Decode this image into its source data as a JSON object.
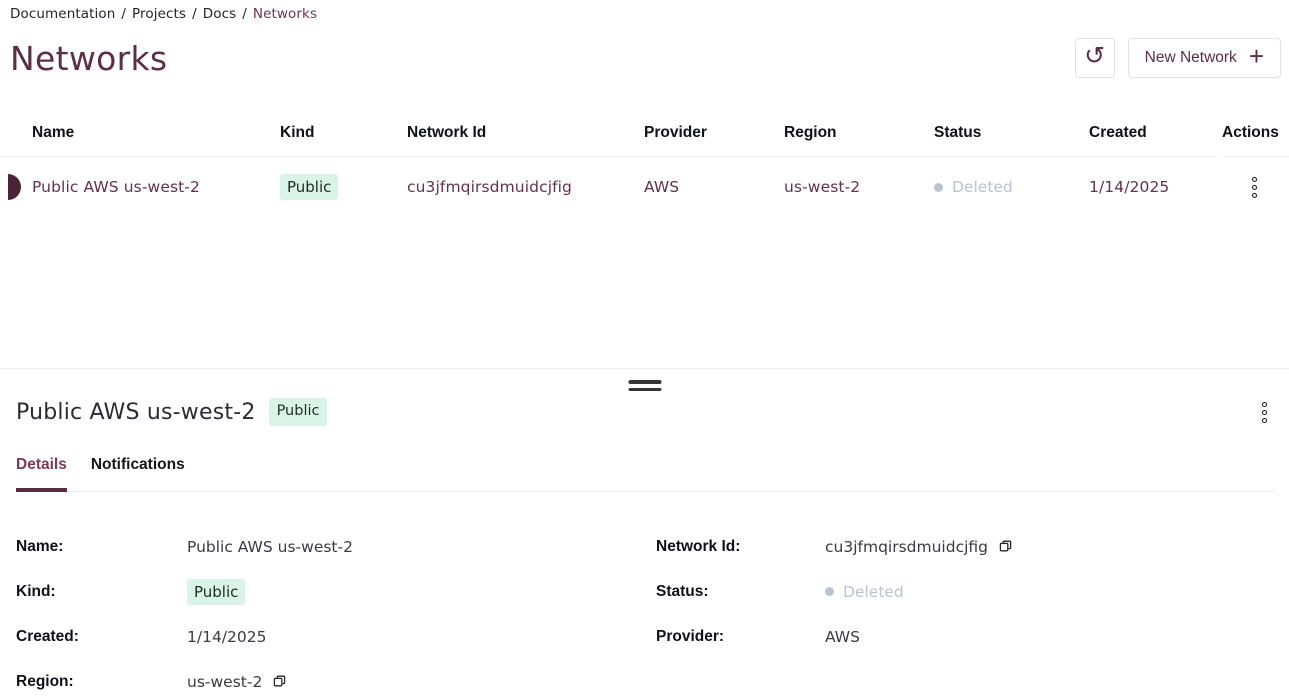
{
  "breadcrumb": {
    "items": [
      "Documentation",
      "Projects",
      "Docs"
    ],
    "current": "Networks",
    "separator": "/"
  },
  "header": {
    "title": "Networks",
    "new_network_label": "New Network"
  },
  "icons": {
    "refresh_icon": "↺",
    "add_icon": "+",
    "kebab_icon": "three-vertical-dots",
    "copy_icon": "overlapping-squares",
    "status_dot_icon": "filled-circle",
    "drag_handle_icon": "double-horizontal-bars"
  },
  "table": {
    "columns": [
      "Name",
      "Kind",
      "Network Id",
      "Provider",
      "Region",
      "Status",
      "Created",
      "Actions"
    ],
    "row": {
      "name": "Public AWS us-west-2",
      "kind": "Public",
      "network_id": "cu3jfmqirsdmuidcjfig",
      "provider": "AWS",
      "region": "us-west-2",
      "status": "Deleted",
      "created": "1/14/2025"
    }
  },
  "drawer": {
    "title": "Public AWS us-west-2",
    "badge": "Public",
    "tabs": [
      {
        "label": "Details",
        "active": true
      },
      {
        "label": "Notifications",
        "active": false
      }
    ],
    "details": {
      "left": [
        {
          "label": "Name:",
          "value": "Public AWS us-west-2"
        },
        {
          "label": "Kind:",
          "value": "Public"
        },
        {
          "label": "Created:",
          "value": "1/14/2025"
        },
        {
          "label": "Region:",
          "value": "us-west-2"
        }
      ],
      "right": [
        {
          "label": "Network Id:",
          "value": "cu3jfmqirsdmuidcjfig"
        },
        {
          "label": "Status:",
          "value": "Deleted"
        },
        {
          "label": "Provider:",
          "value": "AWS"
        }
      ]
    }
  },
  "colors": {
    "accent_maroon": "#5c2e44",
    "row_text_maroon": "#63314a",
    "badge_bg": "#d9f4e6",
    "badge_text": "#1c2b26",
    "status_deleted": "#b9c3ce",
    "divider": "#e7e9ec"
  }
}
